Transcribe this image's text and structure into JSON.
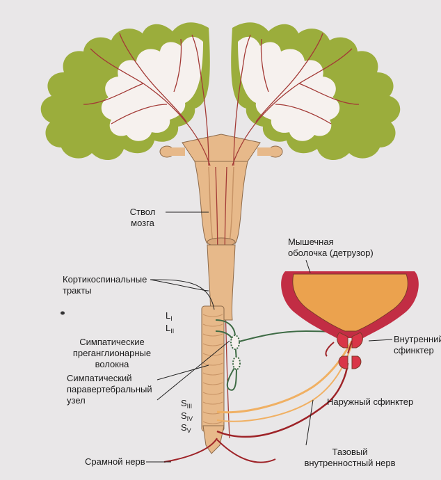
{
  "labels": {
    "brainstem_line1": "Ствол",
    "brainstem_line2": "мозга",
    "corticospinal_line1": "Кортикоспинальные",
    "corticospinal_line2": "тракты",
    "segment_L1_letter": "L",
    "segment_L1_num": "I",
    "segment_L2_letter": "L",
    "segment_L2_num": "II",
    "sympathetic_pre_line1": "Симпатические",
    "sympathetic_pre_line2": "преганглионарные",
    "sympathetic_pre_line3": "волокна",
    "paravertebral_line1": "Симпатический",
    "paravertebral_line2": "паравертебральный",
    "paravertebral_line3": "узел",
    "segment_S3_letter": "S",
    "segment_S3_num": "III",
    "segment_S4_letter": "S",
    "segment_S4_num": "IV",
    "segment_S5_letter": "S",
    "segment_S5_num": "V",
    "pudendal": "Срамной нерв",
    "detrusor_line1": "Мышечная",
    "detrusor_line2": "оболочка (детрузор)",
    "internal_sphincter_line1": "Внутренний",
    "internal_sphincter_line2": "сфинктер",
    "external_sphincter": "Наружный сфинктер",
    "pelvic_nerve_line1": "Тазовый",
    "pelvic_nerve_line2": "внутренностный нерв"
  },
  "colors": {
    "cortex": "#9bad3c",
    "white_matter": "#f6f1ee",
    "brainstem": "#e7b98a",
    "tract": "#a33a36",
    "bladder_wall": "#c22d44",
    "bladder_lumen": "#eba24e",
    "sympathetic_nerve": "#3e6b45",
    "pudendal_nerve": "#9e2328",
    "pelvic_nerve": "#f0b063"
  }
}
